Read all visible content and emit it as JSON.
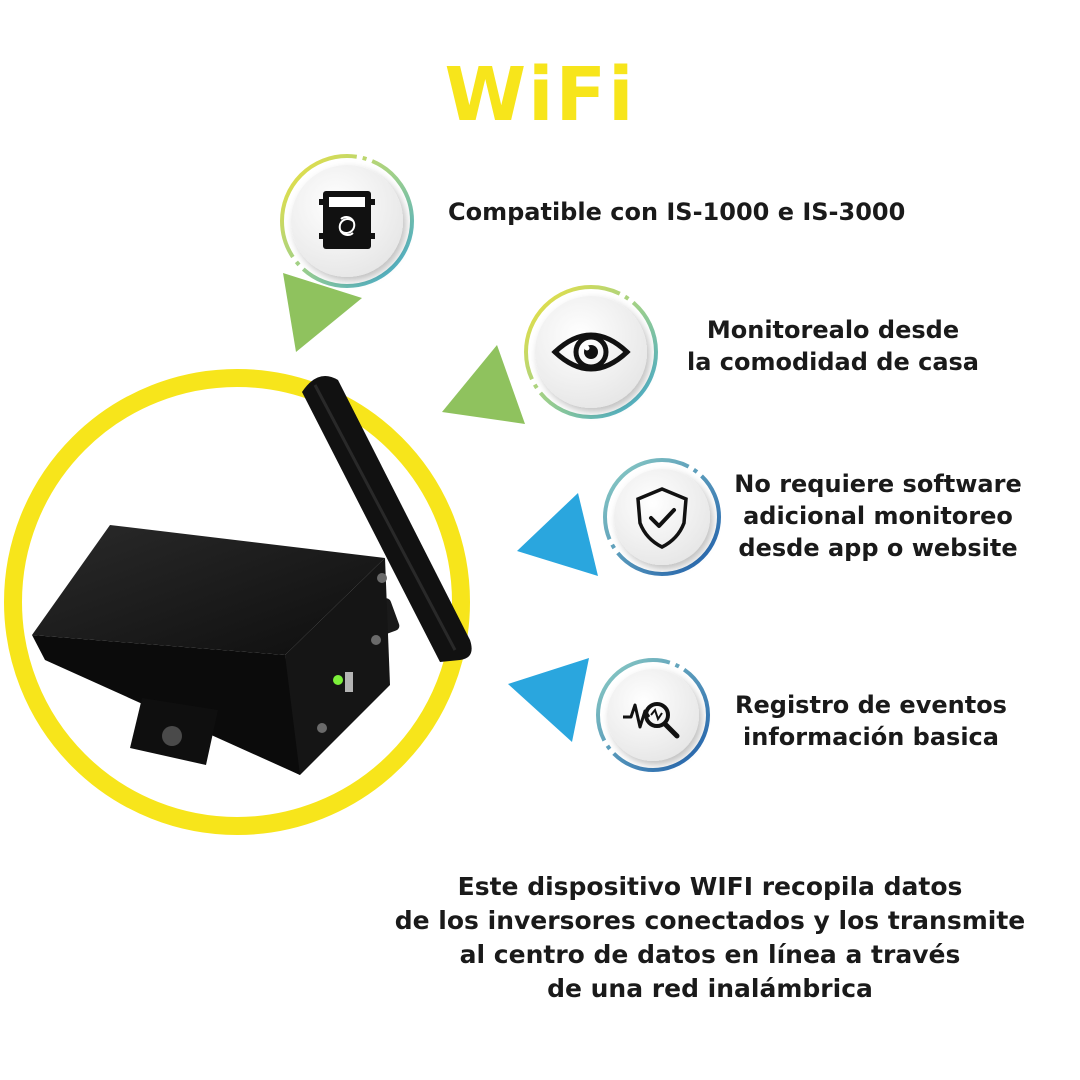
{
  "title": "WiFi",
  "features": [
    {
      "icon": "inverter-device-icon",
      "lines": [
        "Compatible con IS-1000 e IS-3000"
      ]
    },
    {
      "icon": "eye-icon",
      "lines": [
        "Monitorealo desde",
        "la comodidad de casa"
      ]
    },
    {
      "icon": "shield-check-icon",
      "lines": [
        "No requiere software",
        "adicional monitoreo",
        "desde app o website"
      ]
    },
    {
      "icon": "event-search-icon",
      "lines": [
        "Registro de eventos",
        "información basica"
      ]
    }
  ],
  "description": [
    "Este dispositivo WIFI recopila datos",
    "de los inversores conectados y los transmite",
    "al centro de datos en línea a través",
    "de una red inalámbrica"
  ],
  "colors": {
    "title_yellow": "#f7e51b",
    "ring_yellow": "#f7e51b",
    "pointer_green": "#8fc25e",
    "pointer_blue": "#2aa6de",
    "text": "#1a1a1a"
  }
}
